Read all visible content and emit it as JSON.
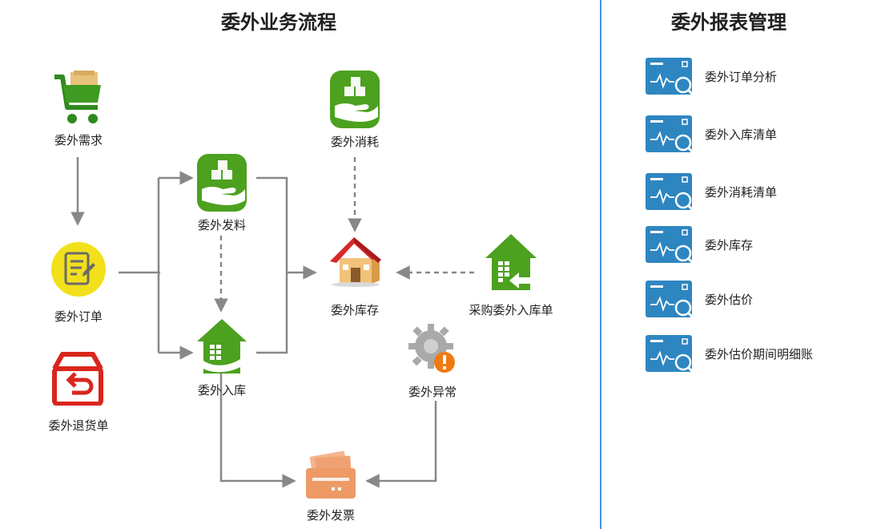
{
  "flow": {
    "title": "委外业务流程",
    "nodes": {
      "demand": "委外需求",
      "order": "委外订单",
      "return_order": "委外退货单",
      "issue": "委外发料",
      "receipt": "委外入库",
      "consumption": "委外消耗",
      "inventory": "委外库存",
      "purchase_receipt": "采购委外入库单",
      "exception": "委外异常",
      "invoice": "委外发票"
    }
  },
  "reports": {
    "title": "委外报表管理",
    "items": [
      {
        "label": "委外订单分析"
      },
      {
        "label": "委外入库清单"
      },
      {
        "label": "委外消耗清单"
      },
      {
        "label": "委外库存"
      },
      {
        "label": "委外估价"
      },
      {
        "label": "委外估价期间明细账"
      }
    ]
  },
  "colors": {
    "green": "#4ca11f",
    "arrow": "#888888",
    "report_blue": "#2e86c1",
    "divider": "#4a90e2",
    "order_yellow": "#f2e01a",
    "return_red": "#d9261c",
    "invoice_orange": "#ee9a66",
    "roof_red": "#d8282a"
  }
}
